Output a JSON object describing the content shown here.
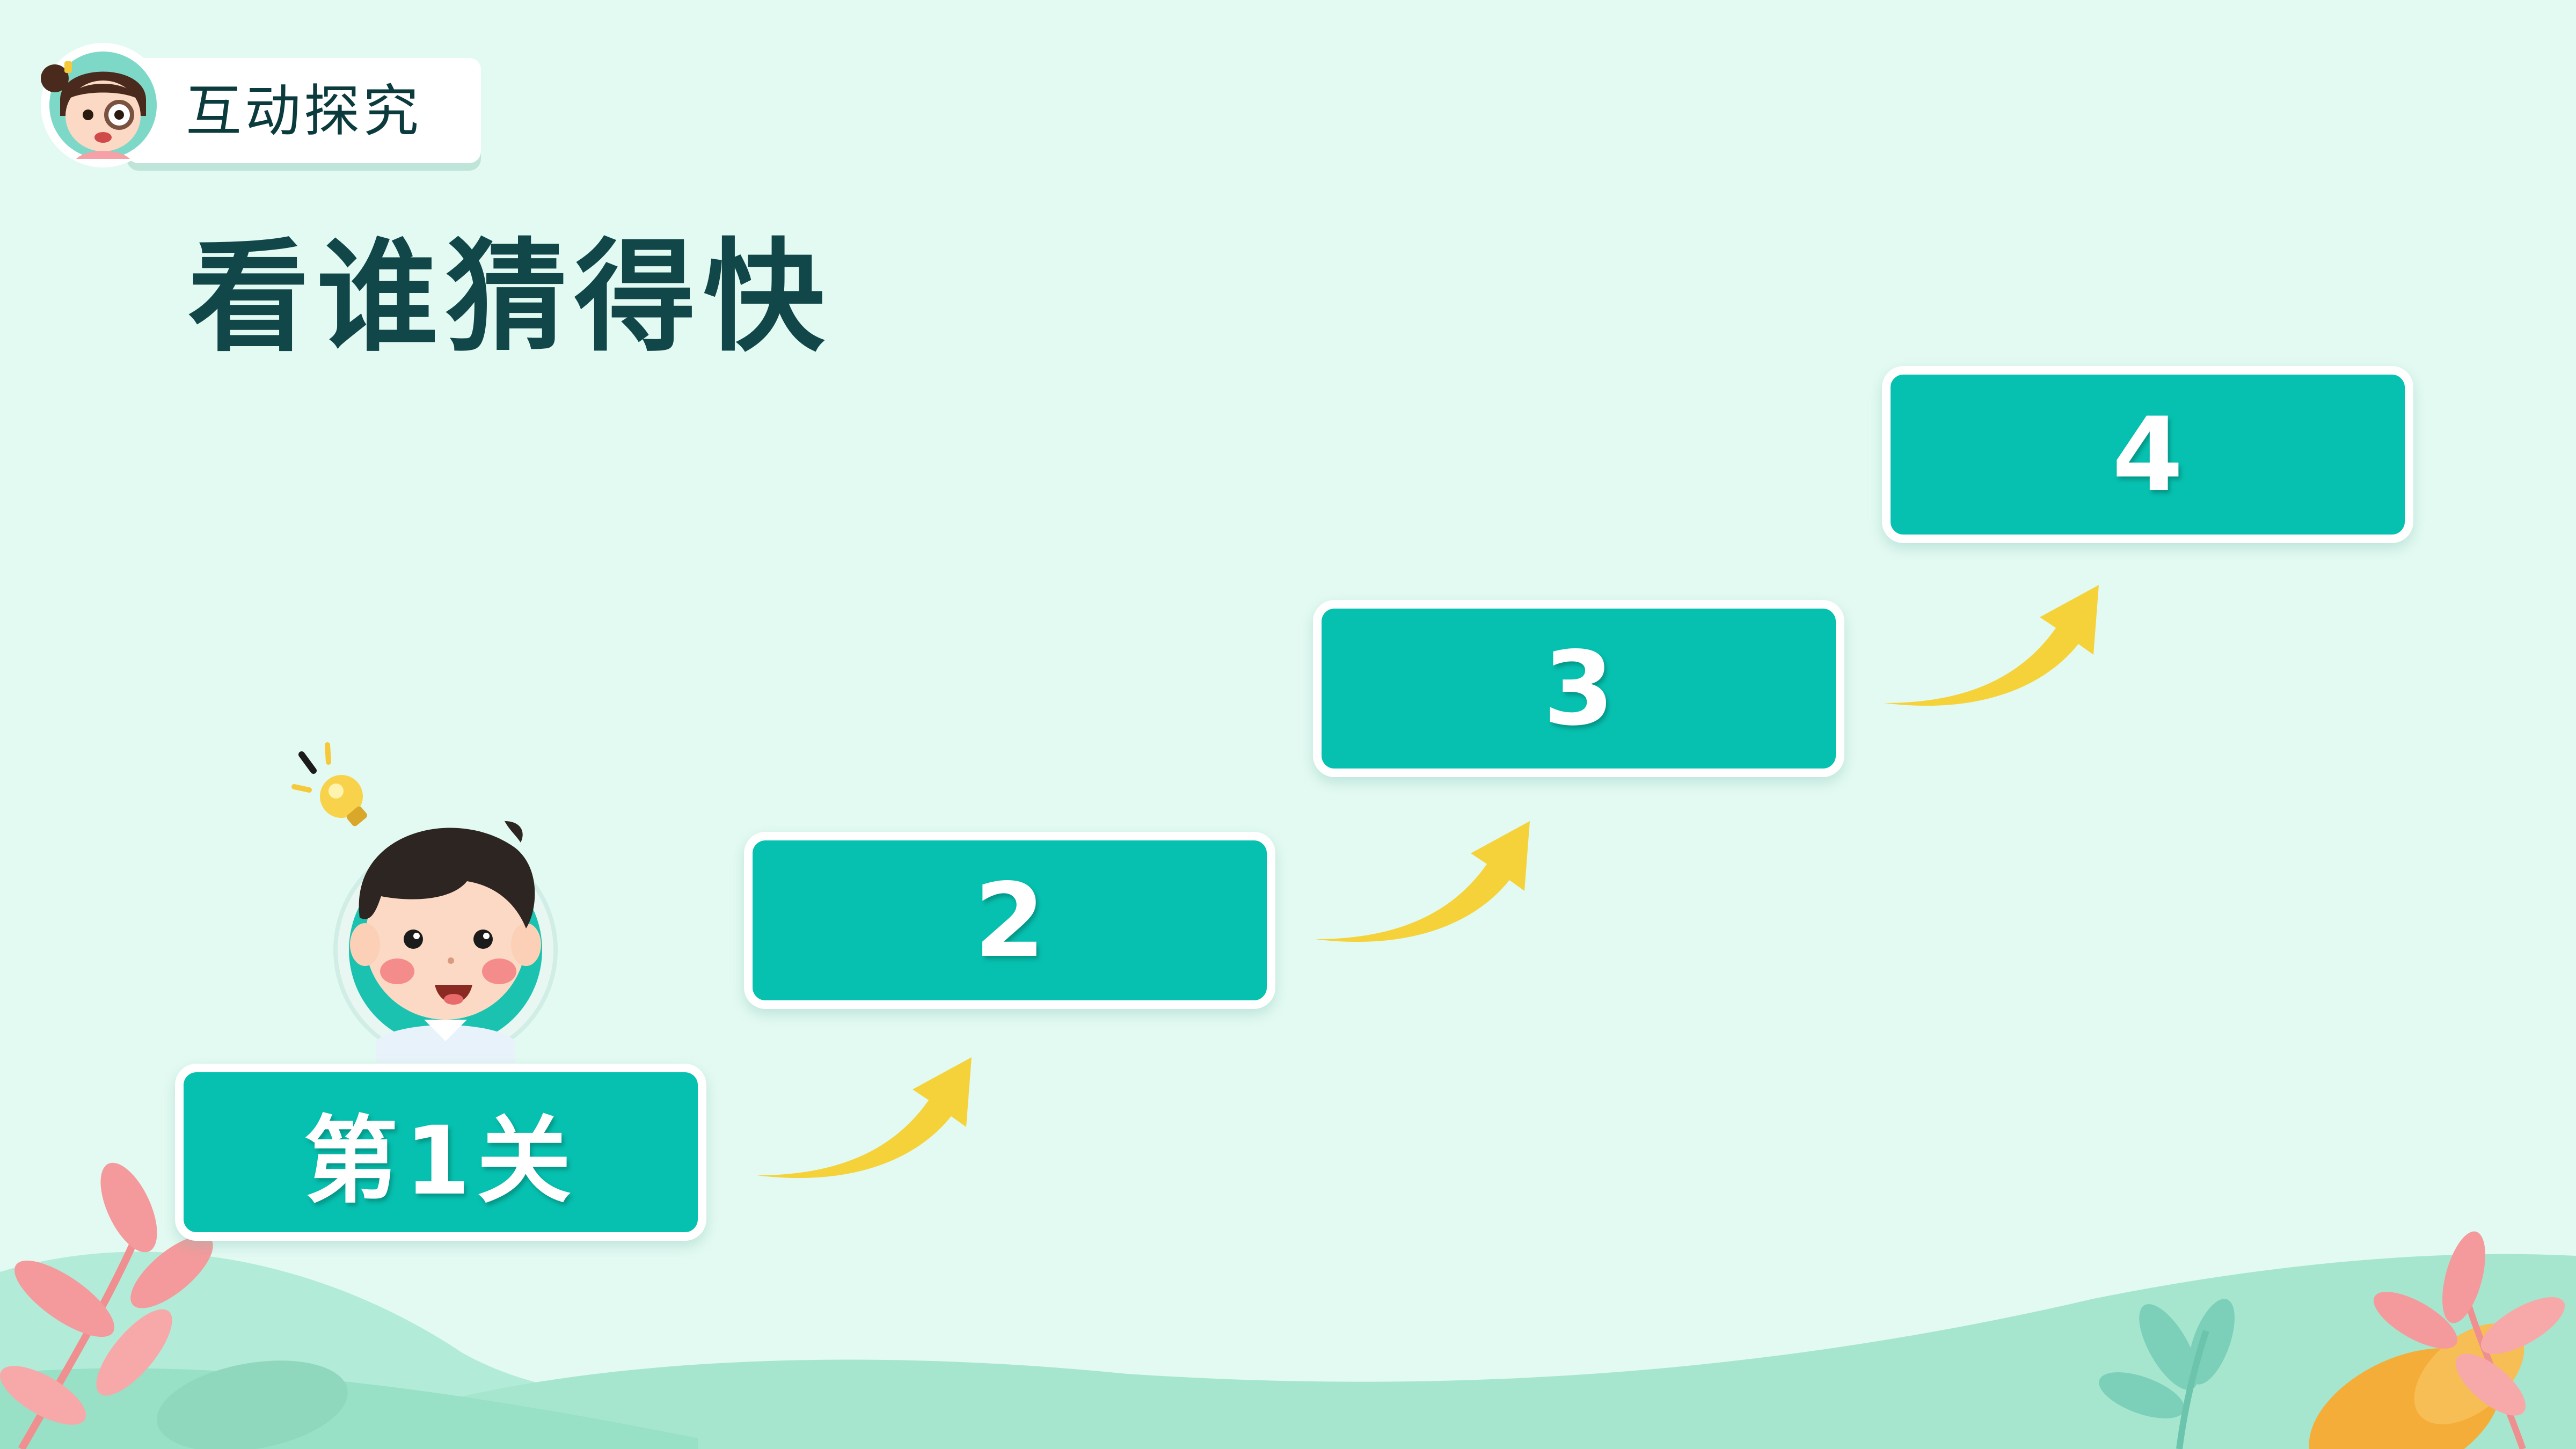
{
  "header": {
    "badge_label": "互动探究"
  },
  "page": {
    "title": "看谁猜得快"
  },
  "steps": [
    {
      "label": "第1关"
    },
    {
      "label": "2"
    },
    {
      "label": "3"
    },
    {
      "label": "4"
    }
  ],
  "icons": {
    "avatar": "girl-magnifier-icon",
    "character": "boy-with-lightbulb-icon",
    "arrow": "curved-arrow-icon",
    "decoration": "leaf-branch-icon"
  },
  "colors": {
    "background": "#e3faf2",
    "step_fill": "#07c1b0",
    "title_text": "#12474a",
    "arrow": "#f5d23a",
    "hill": "#a8e8d2",
    "leaf_pink": "#f49a9c",
    "leaf_teal": "#7ccfb8",
    "leaf_orange": "#f5ad3a"
  }
}
